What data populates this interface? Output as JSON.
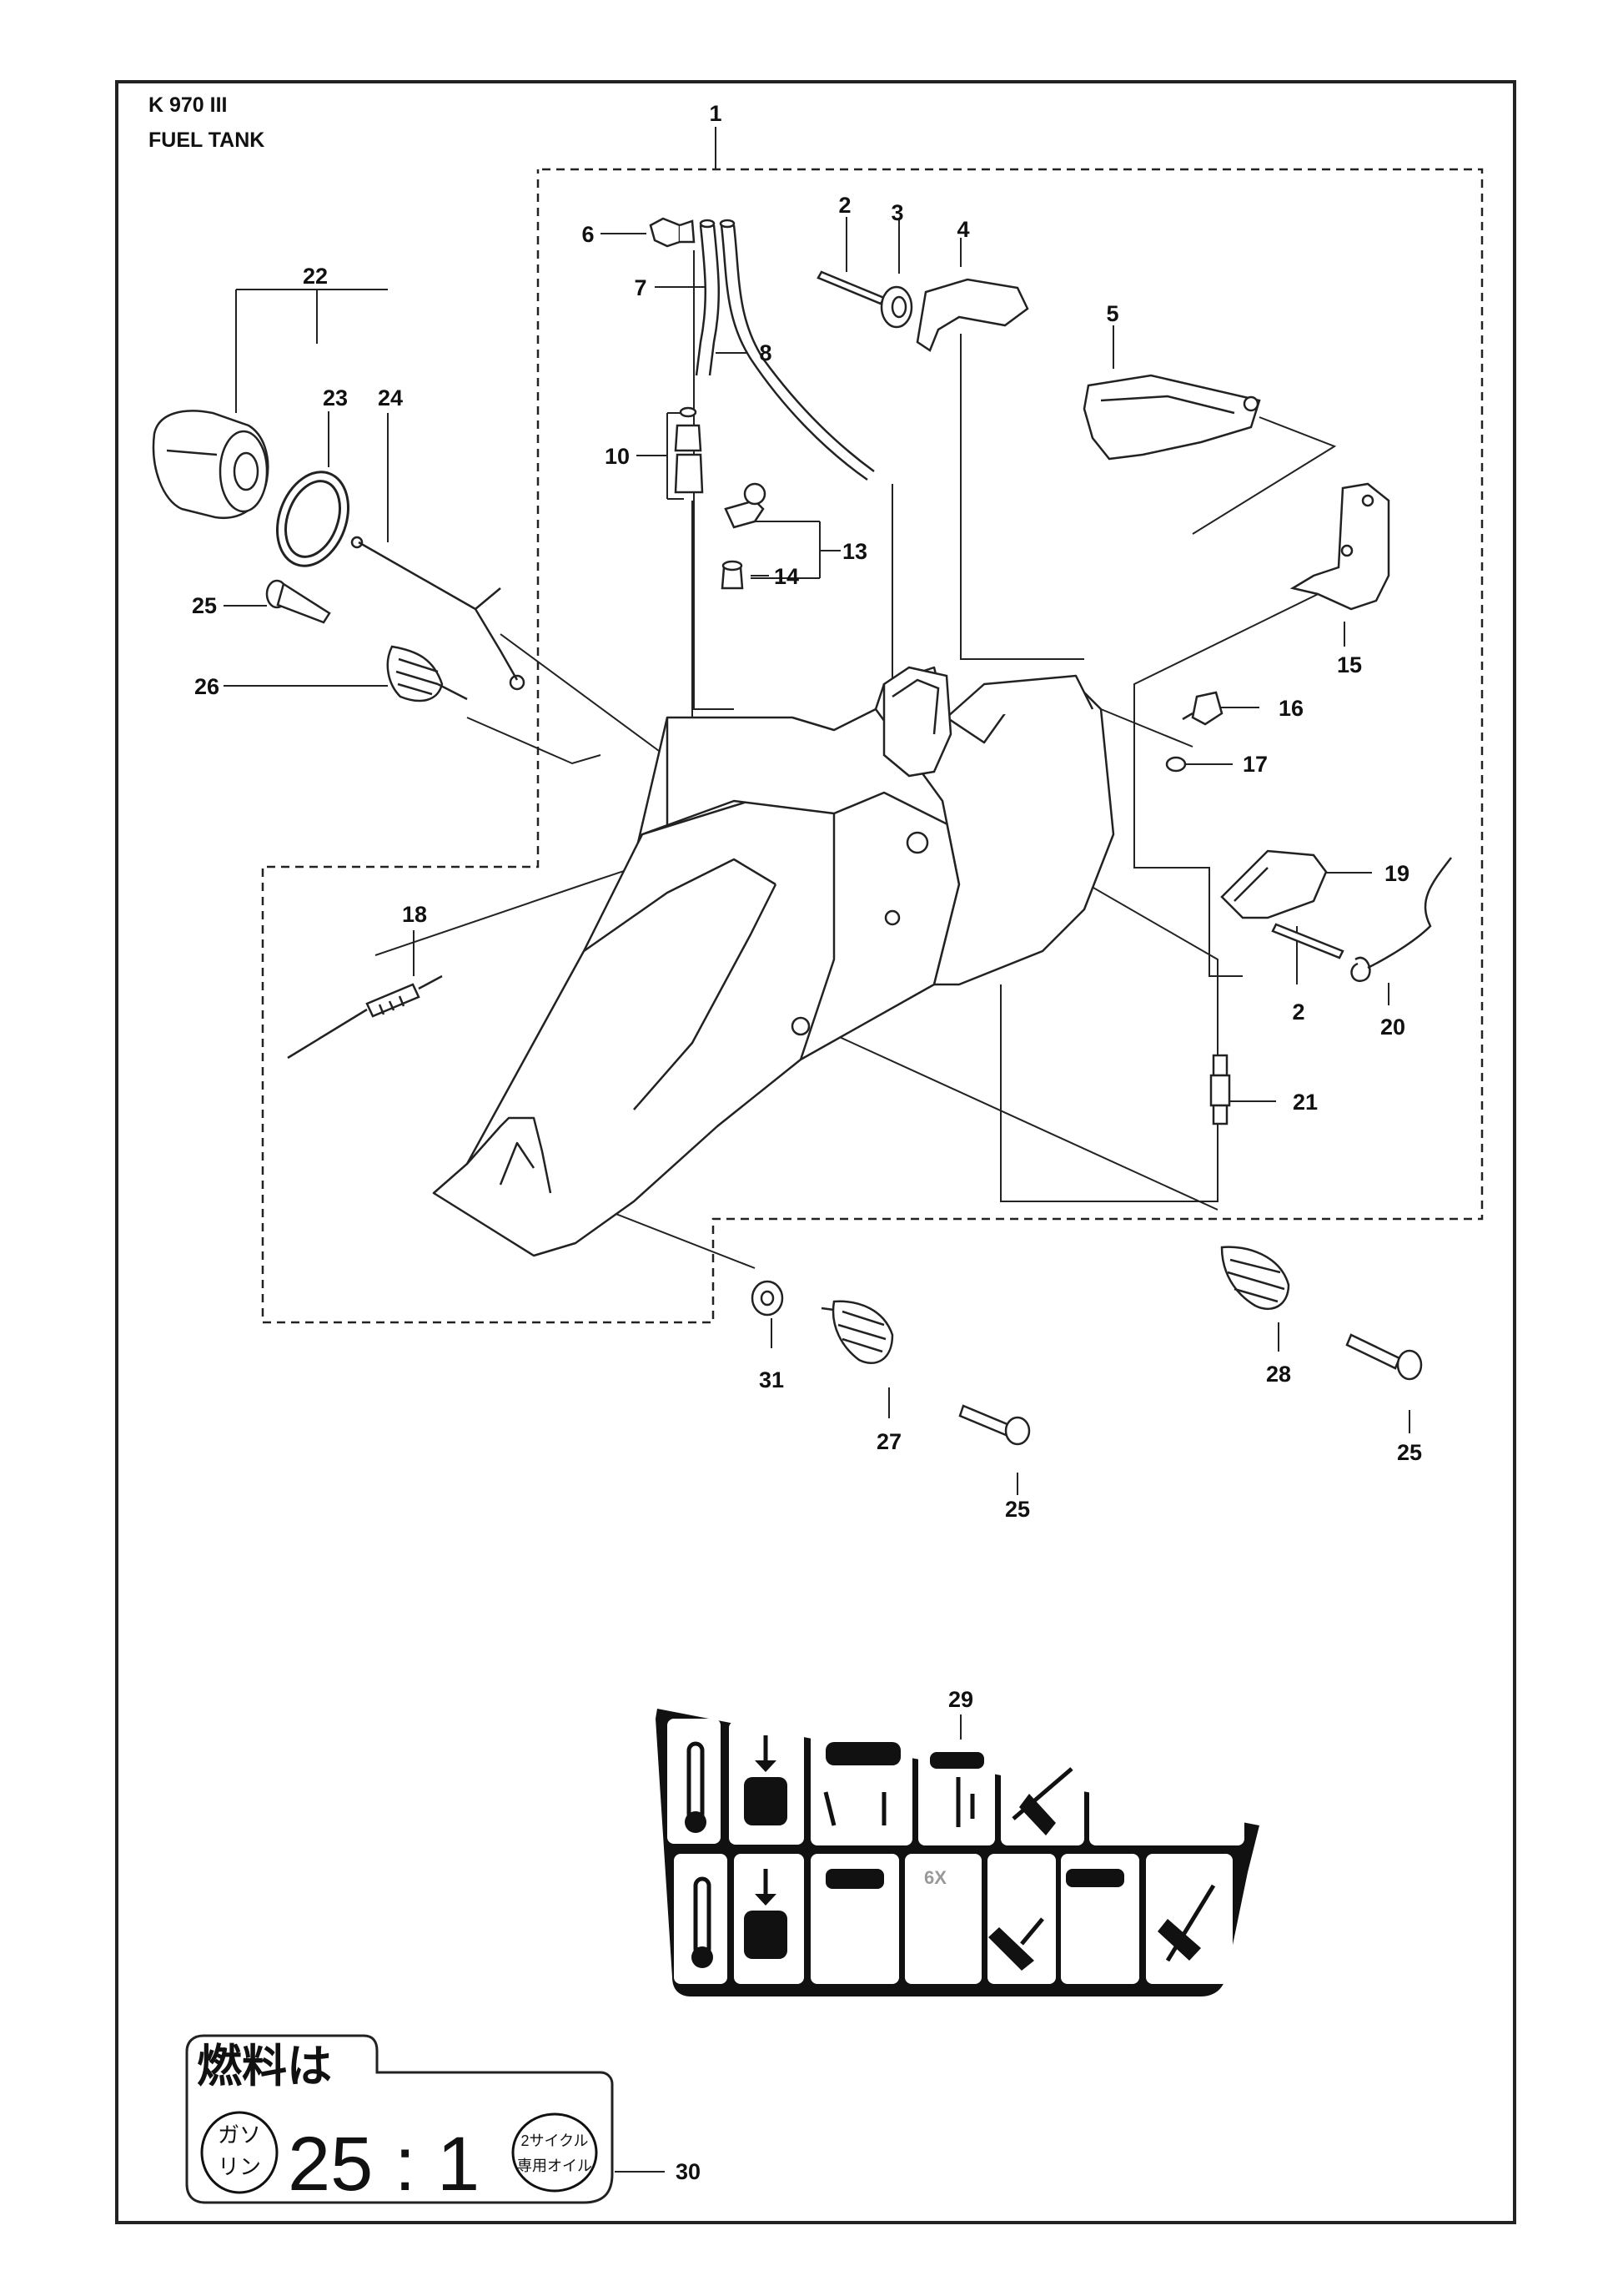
{
  "header": {
    "model": "K 970 III",
    "section": "FUEL TANK"
  },
  "callouts": [
    {
      "id": "c1",
      "label": "1"
    },
    {
      "id": "c2a",
      "label": "2"
    },
    {
      "id": "c3",
      "label": "3"
    },
    {
      "id": "c4",
      "label": "4"
    },
    {
      "id": "c5",
      "label": "5"
    },
    {
      "id": "c6",
      "label": "6"
    },
    {
      "id": "c7",
      "label": "7"
    },
    {
      "id": "c8",
      "label": "8"
    },
    {
      "id": "c10",
      "label": "10"
    },
    {
      "id": "c13",
      "label": "13"
    },
    {
      "id": "c14",
      "label": "14"
    },
    {
      "id": "c15",
      "label": "15"
    },
    {
      "id": "c16",
      "label": "16"
    },
    {
      "id": "c17",
      "label": "17"
    },
    {
      "id": "c18",
      "label": "18"
    },
    {
      "id": "c19",
      "label": "19"
    },
    {
      "id": "c2b",
      "label": "2"
    },
    {
      "id": "c20",
      "label": "20"
    },
    {
      "id": "c21",
      "label": "21"
    },
    {
      "id": "c22",
      "label": "22"
    },
    {
      "id": "c23",
      "label": "23"
    },
    {
      "id": "c24",
      "label": "24"
    },
    {
      "id": "c25a",
      "label": "25"
    },
    {
      "id": "c26",
      "label": "26"
    },
    {
      "id": "c28",
      "label": "28"
    },
    {
      "id": "c25b",
      "label": "25"
    },
    {
      "id": "c31",
      "label": "31"
    },
    {
      "id": "c27",
      "label": "27"
    },
    {
      "id": "c25c",
      "label": "25"
    },
    {
      "id": "c29",
      "label": "29"
    },
    {
      "id": "c30",
      "label": "30"
    }
  ],
  "decal_29": {
    "repeat_label": "6X"
  },
  "decal_30": {
    "heading": "燃料は",
    "left_badge_top": "ガソ",
    "left_badge_bottom": "リン",
    "ratio": "25 : 1",
    "right_badge_top": "2サイクル",
    "right_badge_bottom": "専用オイル"
  }
}
